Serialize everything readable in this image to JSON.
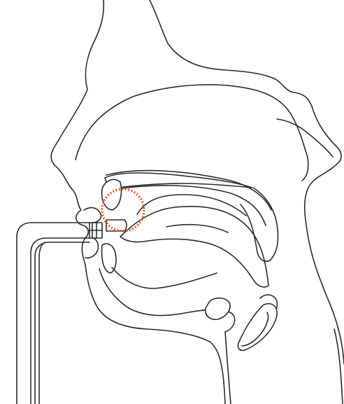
{
  "diagram": {
    "background_color": "#ffffff",
    "stroke_color": "#2b2b2b",
    "highlight_color": "#e0602a",
    "parts": [
      "head-profile",
      "nasal-cavity",
      "hard-palate",
      "tongue",
      "upper-teeth",
      "lower-teeth",
      "lips",
      "mandible",
      "hyoid",
      "epiglottis",
      "larynx",
      "mouthpiece-tube"
    ],
    "highlight": {
      "shape": "dotted-circle",
      "target": "tongue-tip-at-alveolar-ridge"
    }
  }
}
